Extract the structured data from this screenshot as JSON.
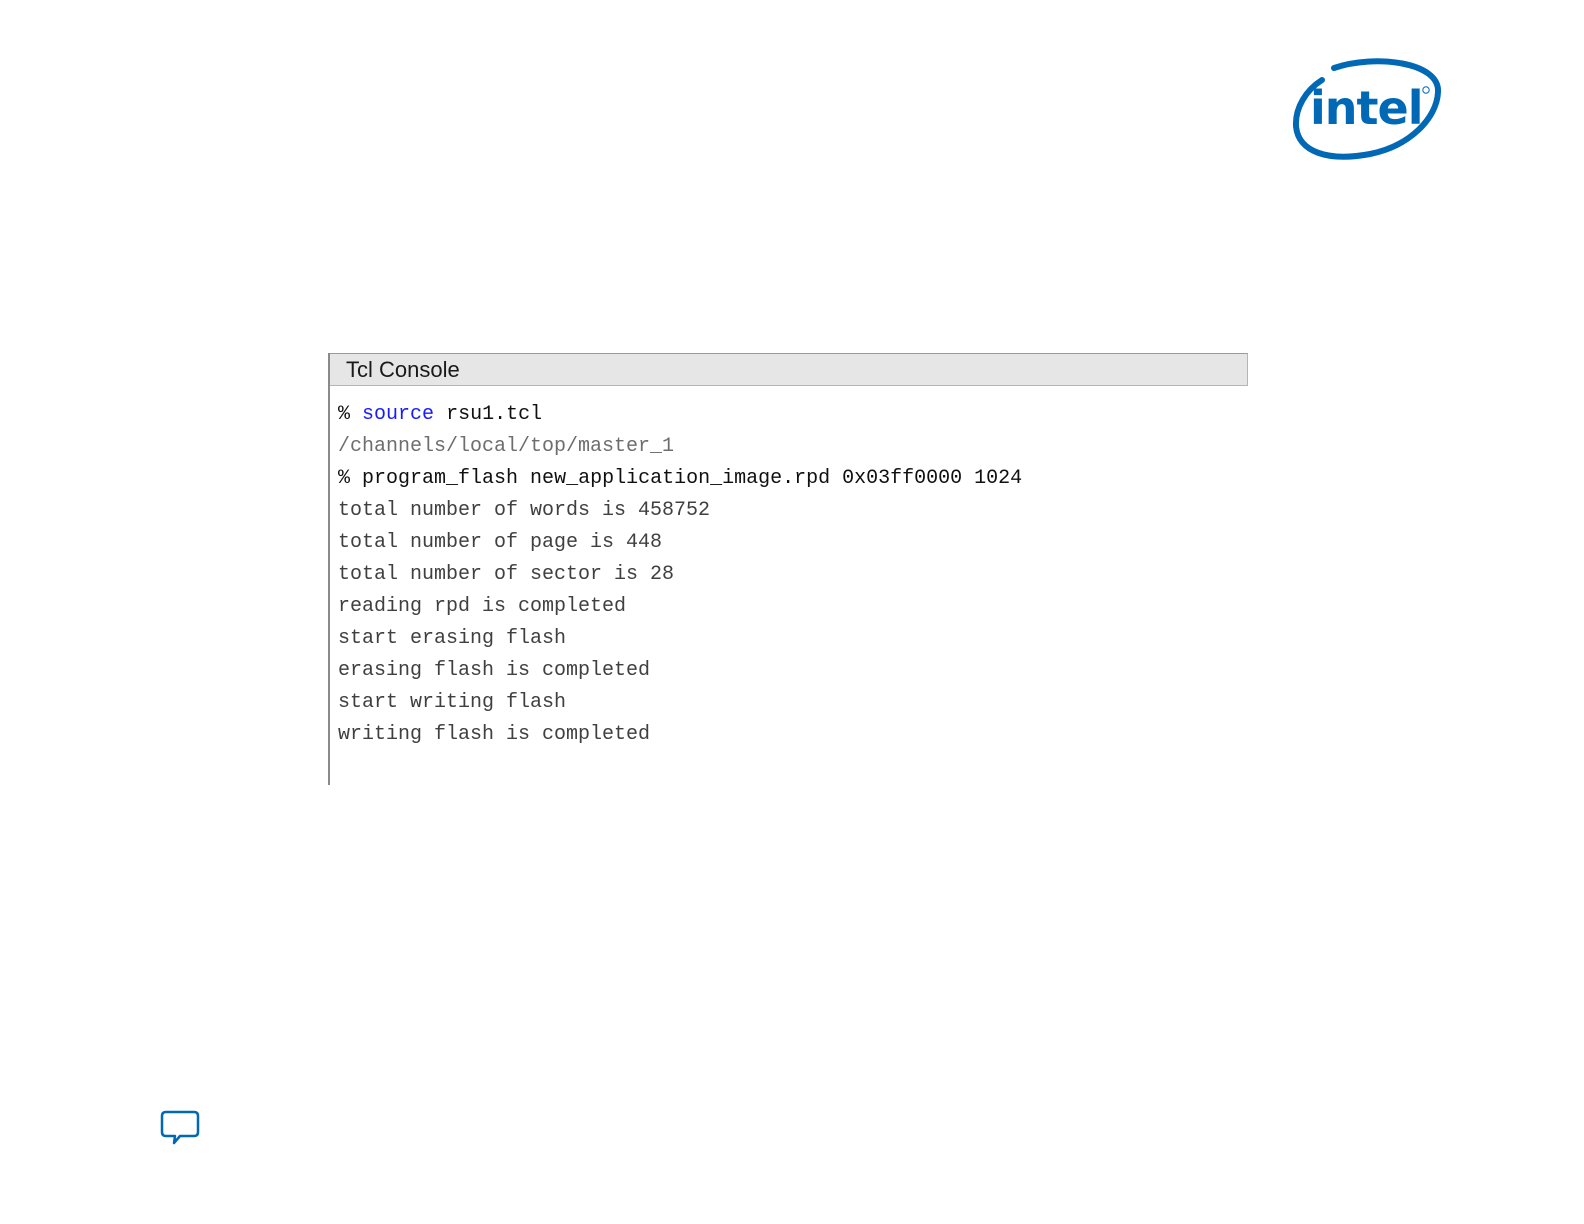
{
  "logo": {
    "text": "intel",
    "color": "#0068b5"
  },
  "console": {
    "title": "Tcl Console",
    "lines": [
      {
        "type": "command",
        "prompt": "%",
        "keyword": "source",
        "text": "rsu1.tcl"
      },
      {
        "type": "path",
        "text": "/channels/local/top/master_1"
      },
      {
        "type": "command",
        "prompt": "%",
        "text": "program_flash new_application_image.rpd 0x03ff0000 1024"
      },
      {
        "type": "output",
        "text": "total number of words is 458752"
      },
      {
        "type": "output",
        "text": "total number of page is 448"
      },
      {
        "type": "output",
        "text": "total number of sector is 28"
      },
      {
        "type": "output",
        "text": "reading rpd is completed"
      },
      {
        "type": "output",
        "text": "start erasing flash"
      },
      {
        "type": "output",
        "text": "erasing flash is completed"
      },
      {
        "type": "output",
        "text": "start writing flash"
      },
      {
        "type": "output",
        "text": "writing flash is completed"
      }
    ],
    "colors": {
      "keyword": "#1a1aff",
      "path": "#6e6e6e",
      "output": "#404040"
    }
  },
  "feedback": {
    "icon": "speech-bubble-icon",
    "color": "#0068b5"
  }
}
